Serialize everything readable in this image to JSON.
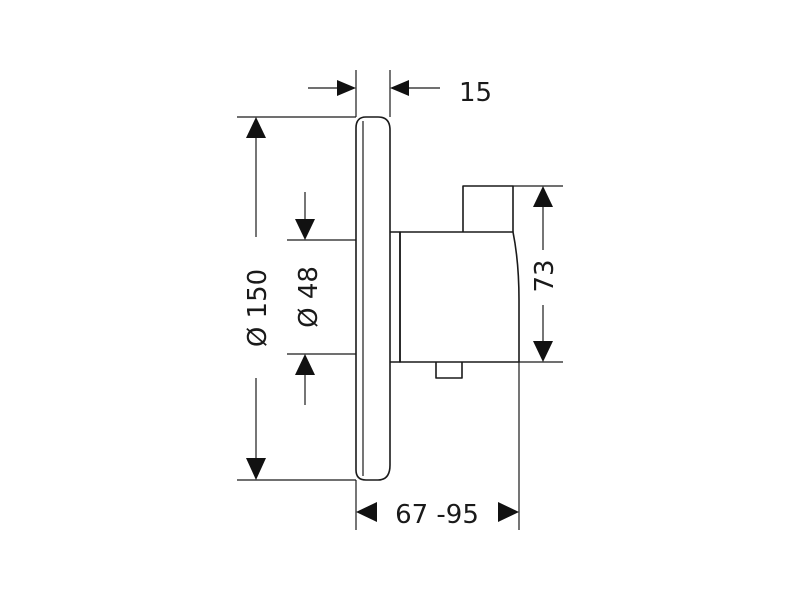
{
  "diagram": {
    "type": "technical-dimension-drawing",
    "line_color": "#1a1a1a",
    "background": "#ffffff",
    "dimensions": {
      "plate_depth": "15",
      "plate_diameter": "Ø 150",
      "cartridge_diameter": "Ø 48",
      "body_height": "73",
      "installation_depth": "67 -95"
    }
  }
}
